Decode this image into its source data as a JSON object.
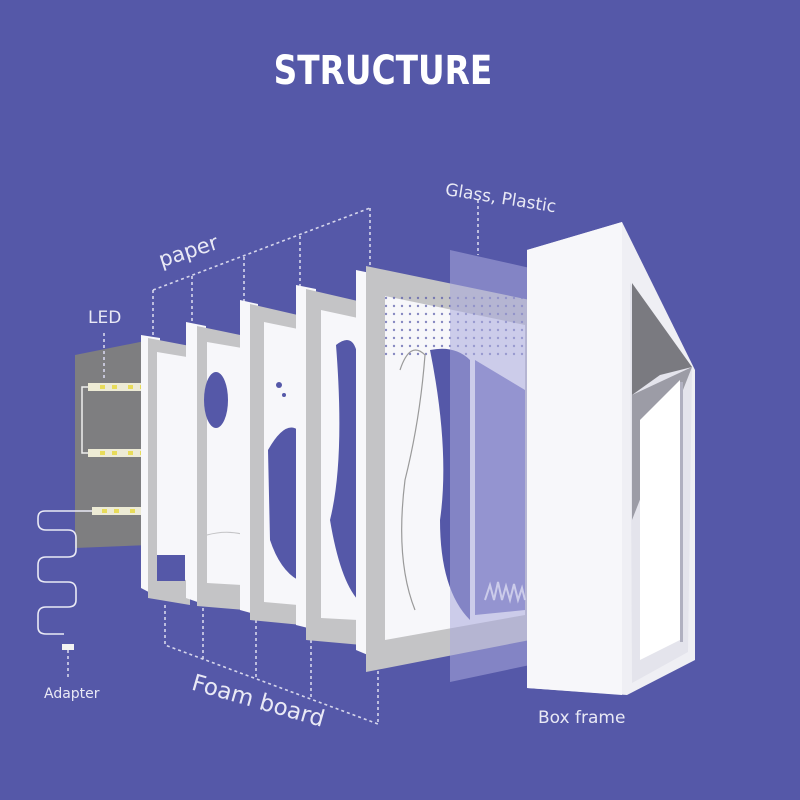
{
  "title": "STRUCTURE",
  "colors": {
    "background": "#5558A8",
    "panel_white": "#F7F7FA",
    "panel_gray": "#C4C4C6",
    "led_back": "#7E7E80",
    "glass": "#8F8FCB",
    "dotted_line": "#D6D6EC",
    "label_text": "#E9E9F5"
  },
  "labels": {
    "led": "LED",
    "paper": "paper",
    "glass": "Glass, Plastic",
    "foam": "Foam board",
    "adapter": "Adapter",
    "box": "Box frame"
  },
  "layers": [
    {
      "id": "led-board",
      "name": "LED"
    },
    {
      "id": "layer-1",
      "name": "paper/foam layer 1"
    },
    {
      "id": "layer-2",
      "name": "paper/foam layer 2"
    },
    {
      "id": "layer-3",
      "name": "paper/foam layer 3"
    },
    {
      "id": "layer-4",
      "name": "paper/foam layer 4"
    },
    {
      "id": "layer-5",
      "name": "paper/foam layer 5"
    },
    {
      "id": "glass",
      "name": "Glass, Plastic"
    },
    {
      "id": "box-frame",
      "name": "Box frame"
    }
  ]
}
